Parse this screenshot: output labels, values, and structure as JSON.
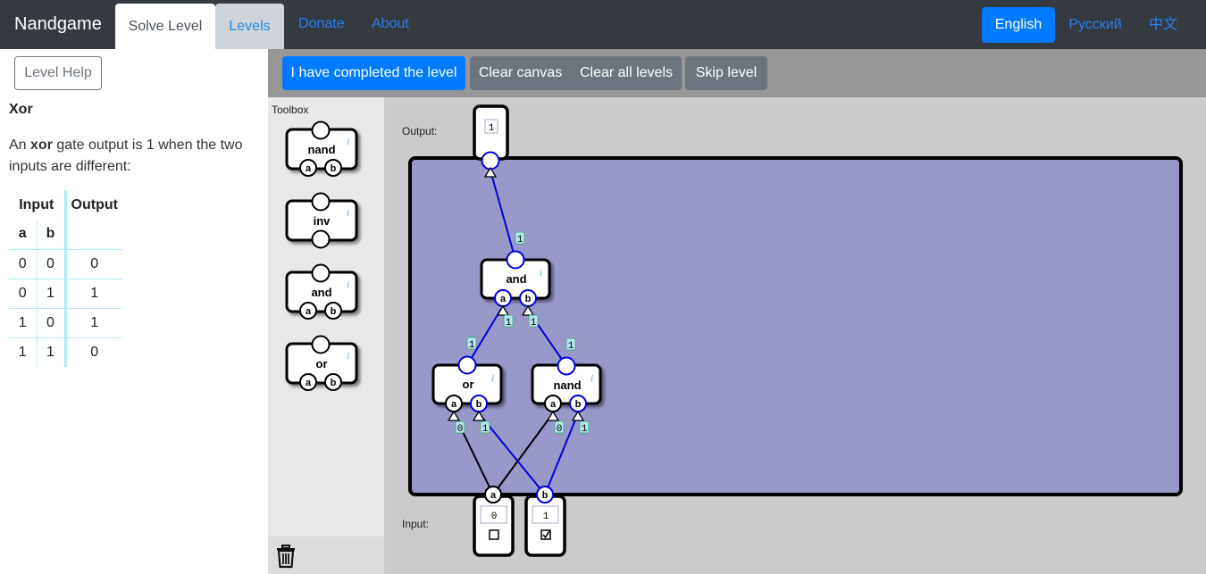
{
  "nav": {
    "brand": "Nandgame",
    "tabs": [
      {
        "label": "Solve Level",
        "active": true
      },
      {
        "label": "Levels",
        "active": false
      }
    ],
    "links": [
      "Donate",
      "About"
    ],
    "languages": [
      {
        "label": "English",
        "active": true
      },
      {
        "label": "Русский",
        "active": false
      },
      {
        "label": "中文",
        "active": false
      }
    ]
  },
  "sidebar": {
    "help_button": "Level Help",
    "level_title": "Xor",
    "description": {
      "prefix": "An ",
      "bold": "xor",
      "suffix": " gate output is 1 when the two inputs are different:"
    },
    "truth_table": {
      "header_input": "Input",
      "header_output": "Output",
      "sub_a": "a",
      "sub_b": "b",
      "rows": [
        {
          "a": "0",
          "b": "0",
          "out": "0"
        },
        {
          "a": "0",
          "b": "1",
          "out": "1"
        },
        {
          "a": "1",
          "b": "0",
          "out": "1"
        },
        {
          "a": "1",
          "b": "1",
          "out": "0"
        }
      ]
    }
  },
  "toolbar": {
    "completed": "I have completed the level",
    "clear_canvas": "Clear canvas",
    "clear_all": "Clear all levels",
    "skip": "Skip level"
  },
  "toolbox": {
    "label": "Toolbox",
    "items": [
      "nand",
      "inv",
      "and",
      "or"
    ]
  },
  "canvas": {
    "output_label": "Output:",
    "input_label": "Input:",
    "output_value": "1",
    "inputs": [
      {
        "name": "a",
        "value": "0",
        "checked": false
      },
      {
        "name": "b",
        "value": "1",
        "checked": true
      }
    ],
    "gates": {
      "and": "and",
      "or": "or",
      "nand": "nand"
    },
    "pin_a": "a",
    "pin_b": "b",
    "wire_values": {
      "and_out": "1",
      "and_a": "1",
      "and_b": "1",
      "or_out": "1",
      "nand_out": "1",
      "or_a": "0",
      "or_b": "1",
      "nand_a": "0",
      "nand_b": "1"
    },
    "colors": {
      "active_wire": "#0000dd",
      "inactive_wire": "#000000",
      "board": "#9999c9",
      "primary": "#007bff"
    }
  }
}
